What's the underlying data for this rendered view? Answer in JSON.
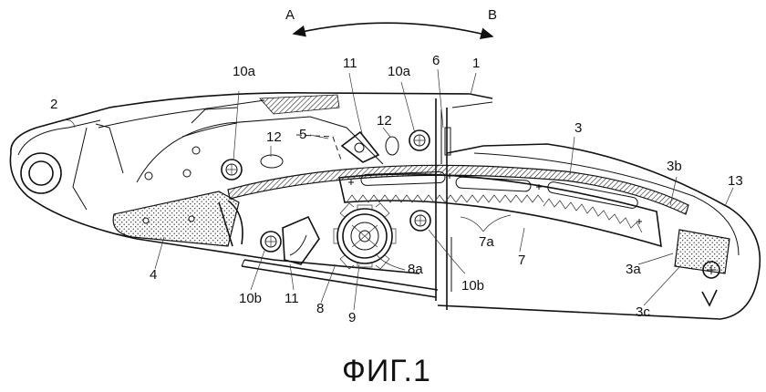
{
  "figure": {
    "caption": "ФИГ.1",
    "direction_labels": {
      "a": "A",
      "b": "B"
    },
    "labels": {
      "l1": "1",
      "l2": "2",
      "l3": "3",
      "l3a": "3a",
      "l3b": "3b",
      "l3c": "3c",
      "l4": "4",
      "l5": "5",
      "l6": "6",
      "l7": "7",
      "l7a": "7a",
      "l8": "8",
      "l8a": "8a",
      "l9": "9",
      "l10a_left": "10a",
      "l10a_right": "10a",
      "l10b_left": "10b",
      "l10b_right": "10b",
      "l11_top": "11",
      "l11_bottom": "11",
      "l12_left": "12",
      "l12_right": "12",
      "l13": "13"
    }
  }
}
